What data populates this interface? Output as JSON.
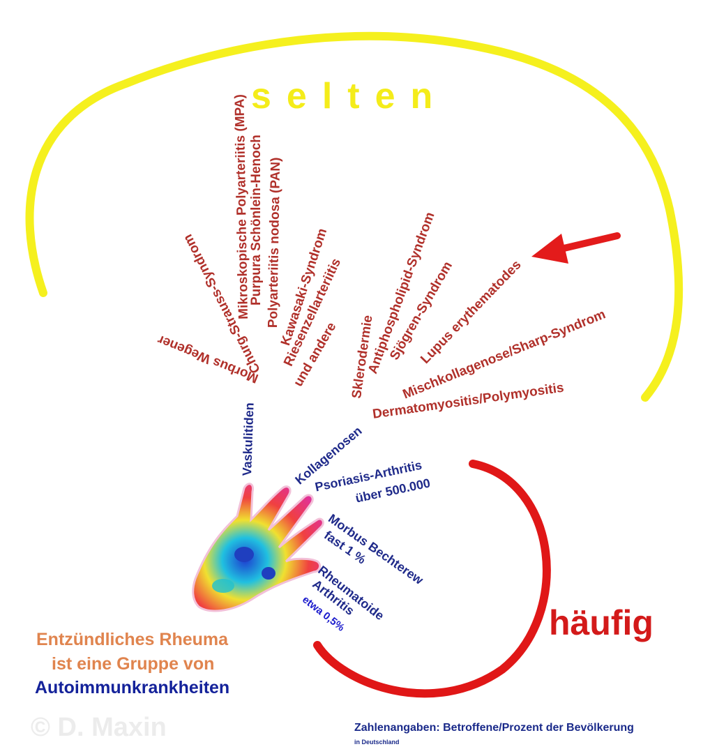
{
  "labels": {
    "rare": "selten",
    "common": "häufig"
  },
  "branches": {
    "vasculitides": "Vaskulitiden",
    "collagenoses": "Kollagenosen"
  },
  "vasculitis_list": [
    "Morbus Wegener",
    "Churg-Strauss-Syndrom",
    "Mikroskopische Polyarteriitis (MPA)",
    "Purpura Schönlein-Henoch",
    "Polyarteriitis nodosa (PAN)",
    "Kawasaki-Syndrom",
    "Riesenzellarteriitis",
    "und andere"
  ],
  "collagenosis_list": [
    "Sklerodermie",
    "Antiphospholipid-Syndrom",
    "Sjögren-Syndrom",
    "Lupus erythematodes",
    "Mischkollagenose/Sharp-Syndrom",
    "Dermatomyositis/Polymyositis"
  ],
  "common_diseases": {
    "psoriasis": {
      "name": "Psoriasis-Arthritis",
      "value": "über 500.000"
    },
    "bechterew": {
      "name": "Morbus Bechterew",
      "value": "fast 1 %"
    },
    "ra": {
      "name_line1": "Rheumatoide",
      "name_line2": "Arthritis",
      "value": "etwa 0,5%"
    }
  },
  "caption": {
    "line1": "Entzündliches Rheuma",
    "line2": "ist eine Gruppe von",
    "line3": "Autoimmunkrankheiten"
  },
  "copyright": "© D. Maxin",
  "footer": {
    "main": "Zahlenangaben: Betroffene/Prozent der Bevölkerung",
    "sub": "in Deutschland"
  },
  "colors": {
    "rare_arc": "#f5f01e",
    "common_arc": "#e01717",
    "arrow": "#e31b1b",
    "rare_text": "#b0302a",
    "branch_text": "#1f2a8a"
  }
}
